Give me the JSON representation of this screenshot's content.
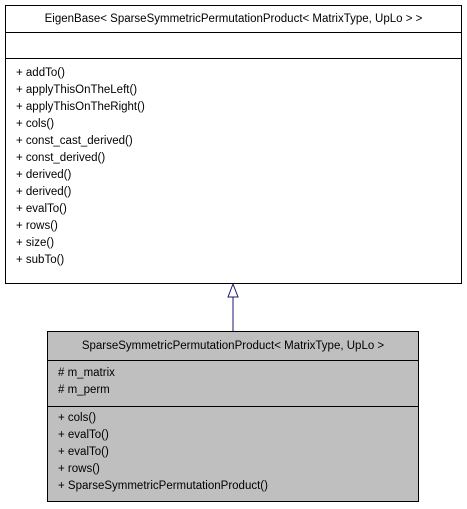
{
  "base_class": {
    "name": "EigenBase< SparseSymmetricPermutationProduct< MatrixType, UpLo > >",
    "attributes": [],
    "methods": [
      "+ addTo()",
      "+ applyThisOnTheLeft()",
      "+ applyThisOnTheRight()",
      "+ cols()",
      "+ const_cast_derived()",
      "+ const_derived()",
      "+ derived()",
      "+ derived()",
      "+ evalTo()",
      "+ rows()",
      "+ size()",
      "+ subTo()"
    ]
  },
  "derived_class": {
    "name": "SparseSymmetricPermutationProduct< MatrixType, UpLo >",
    "attributes": [
      "# m_matrix",
      "# m_perm"
    ],
    "methods": [
      "+ cols()",
      "+ evalTo()",
      "+ evalTo()",
      "+ rows()",
      "+ SparseSymmetricPermutationProduct()"
    ]
  },
  "colors": {
    "derived_fill": "#bfbfbf",
    "arrow_line": "#191970"
  }
}
